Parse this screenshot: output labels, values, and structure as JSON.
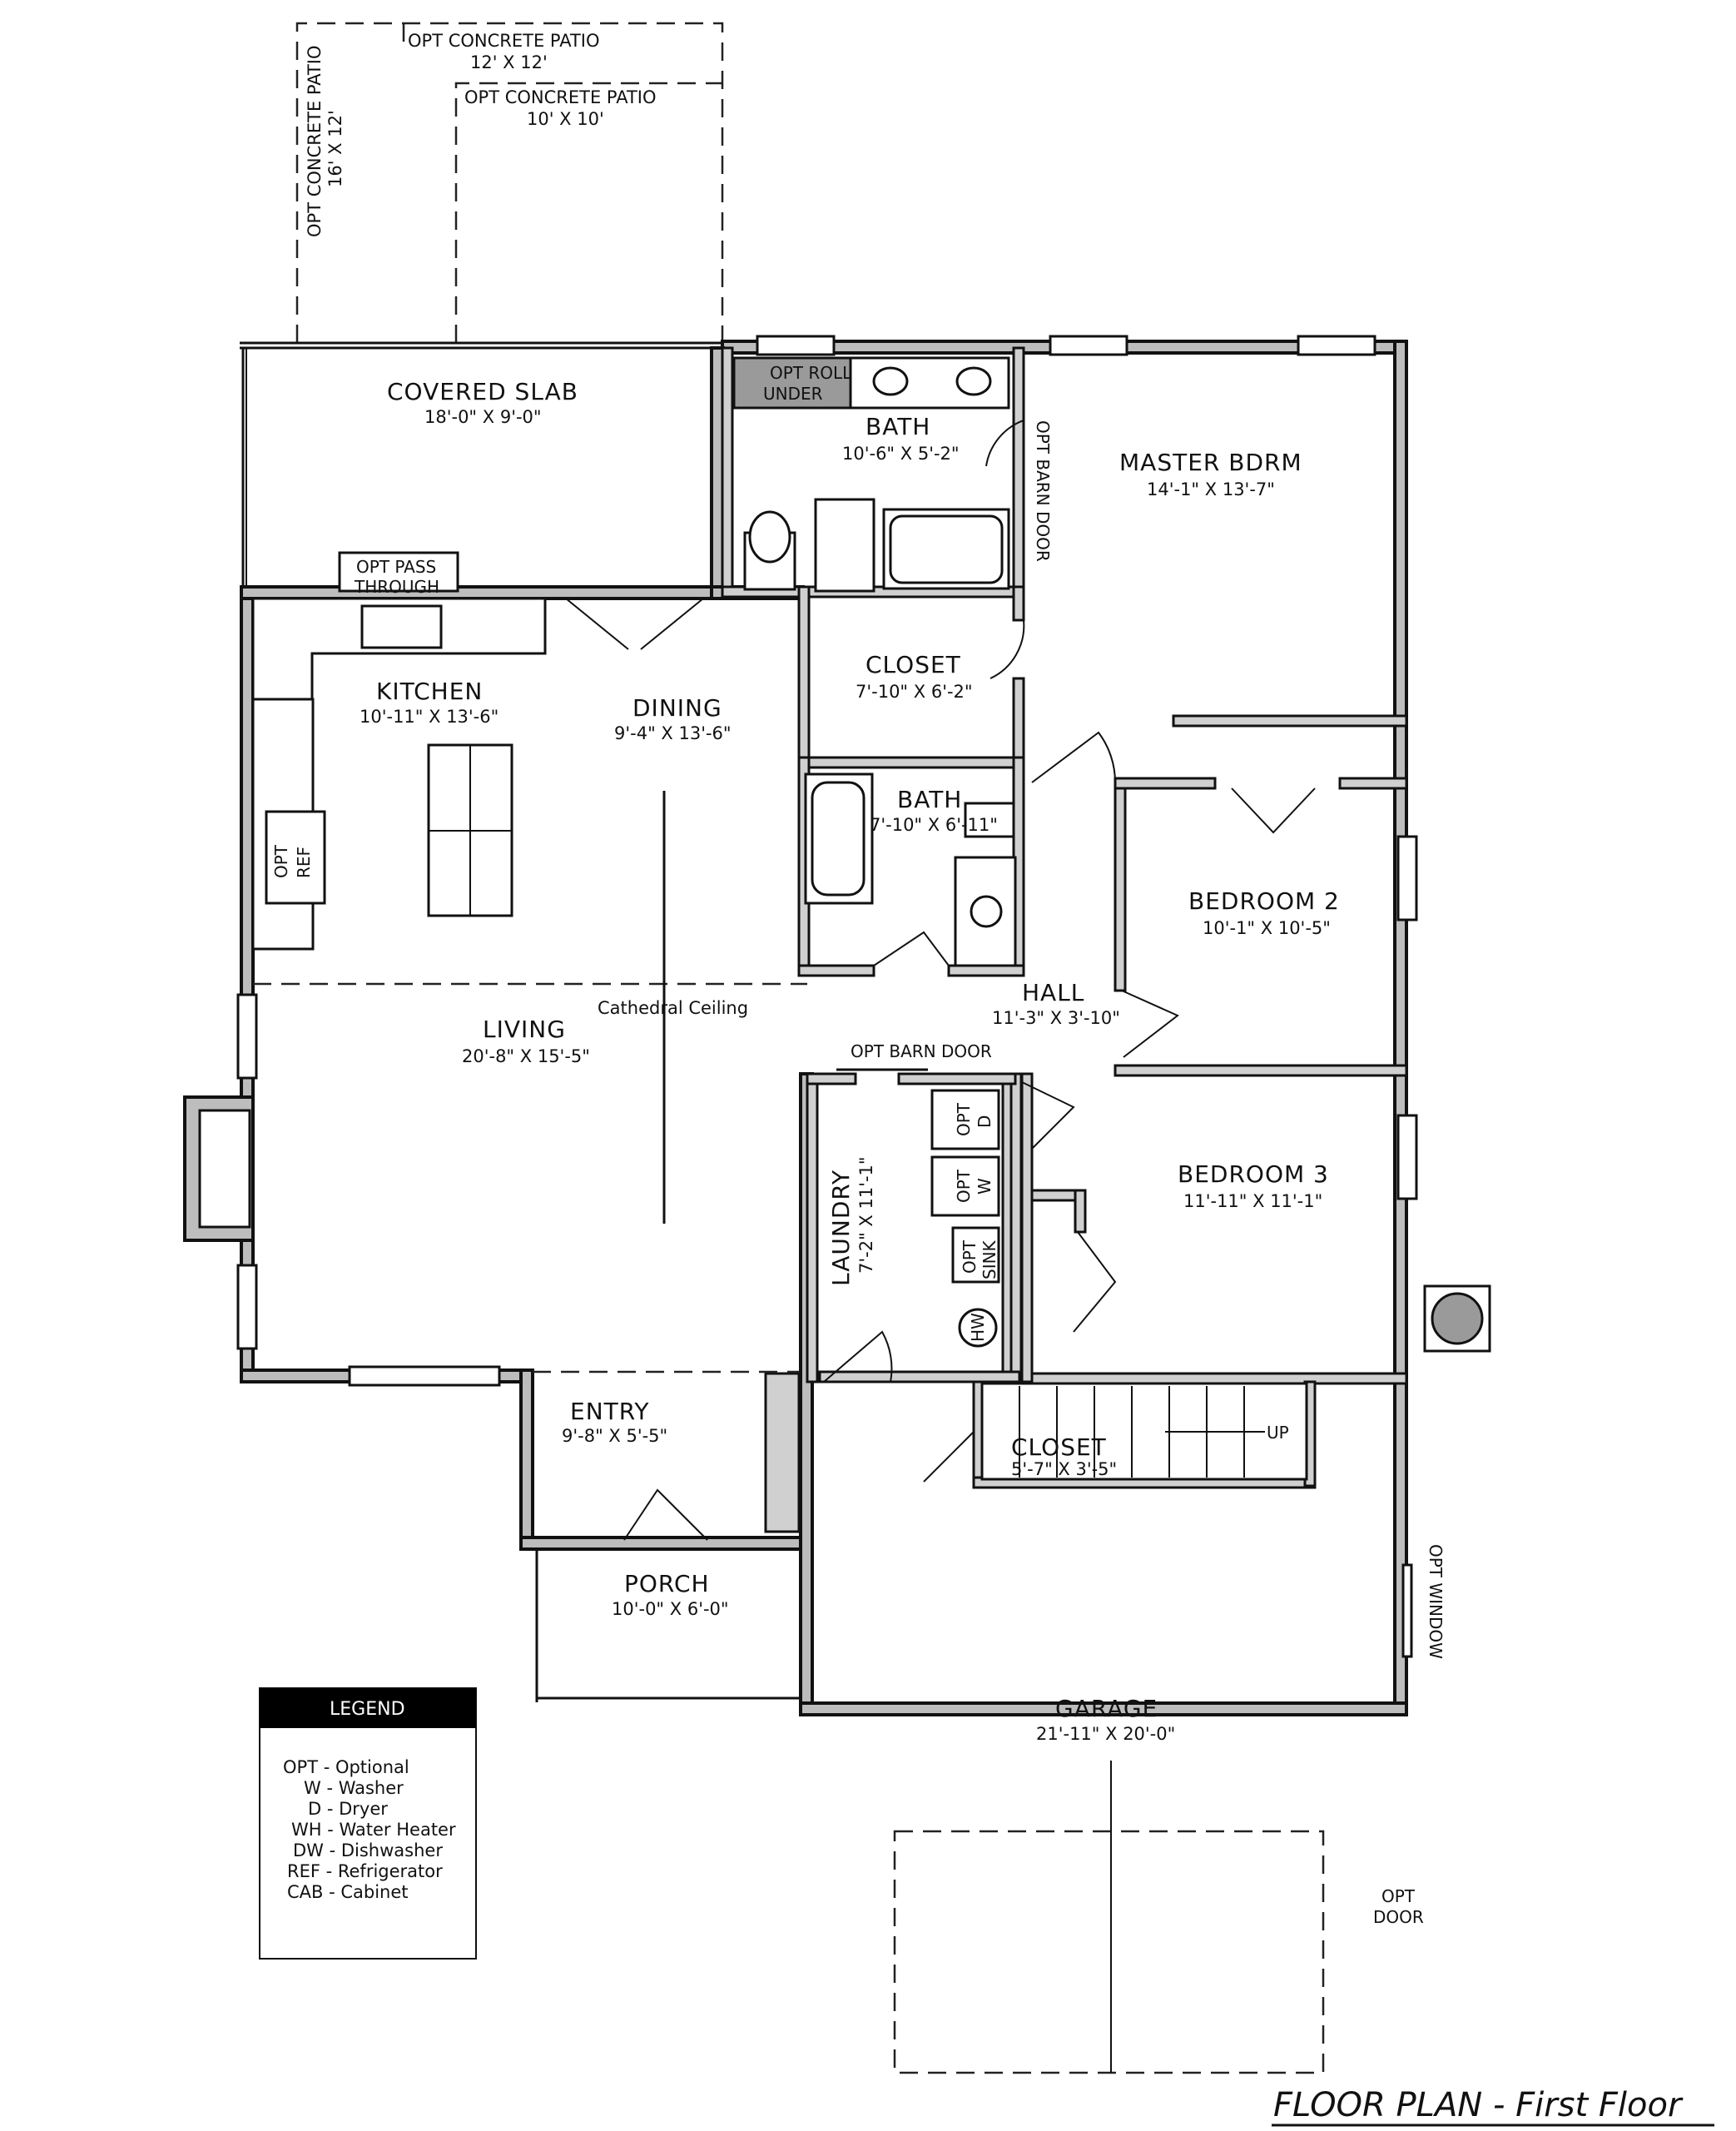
{
  "patios": {
    "left": {
      "name": "OPT CONCRETE PATIO",
      "size": "16' X 12'"
    },
    "middle": {
      "name": "OPT CONCRETE PATIO",
      "size": "12' X 12'"
    },
    "right": {
      "name": "OPT CONCRETE PATIO",
      "size": "10' X 10'"
    }
  },
  "rooms": {
    "covered_slab": {
      "name": "COVERED SLAB",
      "size": "18'-0\" X 9'-0\""
    },
    "bath_master": {
      "name": "BATH",
      "size": "10'-6\" X 5'-2\""
    },
    "master_bdrm": {
      "name": "MASTER BDRM",
      "size": "14'-1\" X 13'-7\""
    },
    "kitchen": {
      "name": "KITCHEN",
      "size": "10'-11\" X 13'-6\""
    },
    "dining": {
      "name": "DINING",
      "size": "9'-4\" X 13'-6\""
    },
    "closet_master": {
      "name": "CLOSET",
      "size": "7'-10\" X 6'-2\""
    },
    "bath_hall": {
      "name": "BATH",
      "size": "7'-10\" X 6'-11\""
    },
    "bedroom2": {
      "name": "BEDROOM 2",
      "size": "10'-1\" X 10'-5\""
    },
    "hall": {
      "name": "HALL",
      "size": "11'-3\" X 3'-10\""
    },
    "living": {
      "name": "LIVING",
      "size": "20'-8\" X 15'-5\""
    },
    "laundry": {
      "name": "LAUNDRY",
      "size": "7'-2\" X 11'-1\""
    },
    "bedroom3": {
      "name": "BEDROOM 3",
      "size": "11'-11\" X 11'-1\""
    },
    "entry": {
      "name": "ENTRY",
      "size": "9'-8\" X 5'-5\""
    },
    "closet_garage": {
      "name": "CLOSET",
      "size": "5'-7\" X 3'-5\""
    },
    "porch": {
      "name": "PORCH",
      "size": "10'-0\" X 6'-0\""
    },
    "garage": {
      "name": "GARAGE",
      "size": "21'-11\" X 20'-0\""
    }
  },
  "notes": {
    "opt_roll_under_1": "OPT ROLL",
    "opt_roll_under_2": "UNDER",
    "opt_barn_door_vertical": "OPT BARN DOOR",
    "opt_pass_through_1": "OPT PASS",
    "opt_pass_through_2": "THROUGH",
    "opt_ref_1": "OPT",
    "opt_ref_2": "REF",
    "cathedral_ceiling": "Cathedral Ceiling",
    "opt_barn_door_laundry": "OPT BARN DOOR",
    "opt_d_1": "OPT",
    "opt_d_2": "D",
    "opt_w_1": "OPT",
    "opt_w_2": "W",
    "opt_sink_1": "OPT",
    "opt_sink_2": "SINK",
    "hw": "HW",
    "up": "UP",
    "opt_window": "OPT WINDOW",
    "opt_door_1": "OPT",
    "opt_door_2": "DOOR"
  },
  "legend": {
    "title": "LEGEND",
    "items": [
      "OPT - Optional",
      "W - Washer",
      "D - Dryer",
      "WH - Water Heater",
      "DW - Dishwasher",
      "REF - Refrigerator",
      "CAB - Cabinet"
    ]
  },
  "title": "FLOOR PLAN - First Floor"
}
